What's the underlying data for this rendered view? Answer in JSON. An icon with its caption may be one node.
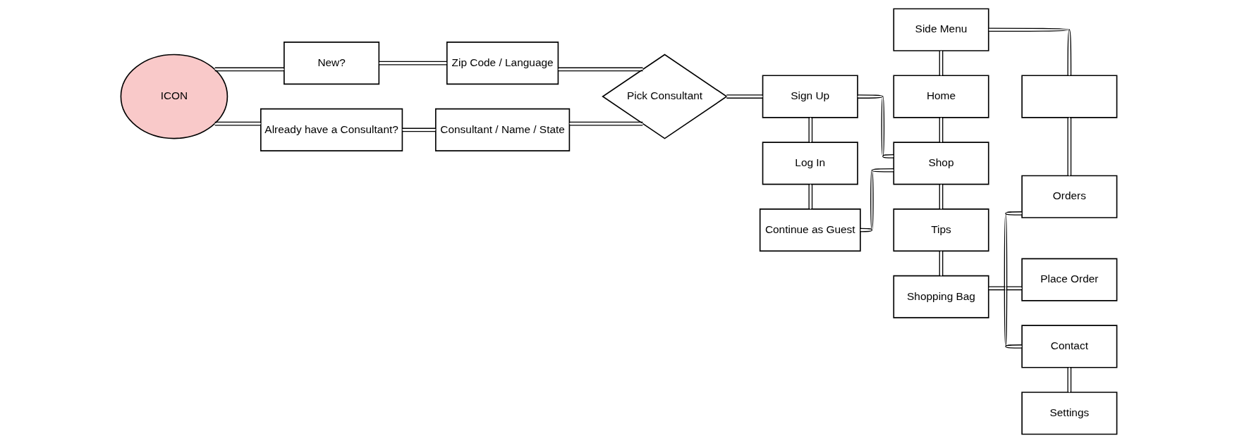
{
  "diagram": {
    "nodes": [
      {
        "text": [
          "ICON"
        ]
      },
      {
        "text": [
          "New?"
        ]
      },
      {
        "text": [
          "Zip Code / Language"
        ]
      },
      {
        "text": [
          "Already have a Consultant?"
        ]
      },
      {
        "text": [
          "Consultant / Name / State"
        ]
      },
      {
        "text": [
          "Pick Consultant"
        ]
      },
      {
        "text": [
          "Sign Up"
        ]
      },
      {
        "text": [
          "Log In"
        ]
      },
      {
        "text": [
          "Continue as Guest"
        ]
      },
      {
        "text": [
          "Side Menu"
        ]
      },
      {
        "text": [
          "Home"
        ]
      },
      {
        "text": [
          "Shop"
        ]
      },
      {
        "text": [
          "Tips"
        ]
      },
      {
        "text": [
          "Shopping Bag"
        ]
      },
      {
        "text": [
          "Place Order"
        ]
      },
      {
        "text": [],
        "shape": "box"
      },
      {
        "text": [
          "Orders"
        ]
      },
      {
        "text": [
          "Contact"
        ]
      },
      {
        "text": [
          "Settings"
        ]
      }
    ],
    "edges": [
      {
        "from": 0,
        "to": 1,
        "arrow": "none"
      },
      {
        "from": 0,
        "to": 3,
        "arrow": "none"
      },
      {
        "from": 1,
        "to": 2,
        "arrow": "none"
      },
      {
        "from": 3,
        "to": 4,
        "arrow": "none"
      },
      {
        "from": 2,
        "to": 5,
        "arrow": "none"
      },
      {
        "from": 4,
        "to": 5,
        "arrow": "none"
      },
      {
        "from": 5,
        "to": 6,
        "arrow": "none"
      },
      {
        "from": 6,
        "to": 7,
        "arrow": "none"
      },
      {
        "from": 7,
        "to": 8,
        "arrow": "none"
      },
      {
        "from": 6,
        "to": 11,
        "arrow": "none"
      },
      {
        "from": 8,
        "to": 11,
        "arrow": "none"
      },
      {
        "from": 9,
        "to": 10,
        "arrow": "none"
      },
      {
        "from": 10,
        "to": 11,
        "arrow": "none"
      },
      {
        "from": 11,
        "to": 12,
        "arrow": "none"
      },
      {
        "from": 12,
        "to": 13,
        "arrow": "none"
      },
      {
        "from": 13,
        "to": 14,
        "arrow": "none"
      },
      {
        "from": 9,
        "to": 15,
        "arrow": "none"
      },
      {
        "from": 15,
        "to": 16,
        "arrow": "none"
      },
      {
        "from": 16,
        "to": 17,
        "arrow": "none"
      },
      {
        "from": 17,
        "to": 18,
        "arrow": "none"
      }
    ]
  }
}
